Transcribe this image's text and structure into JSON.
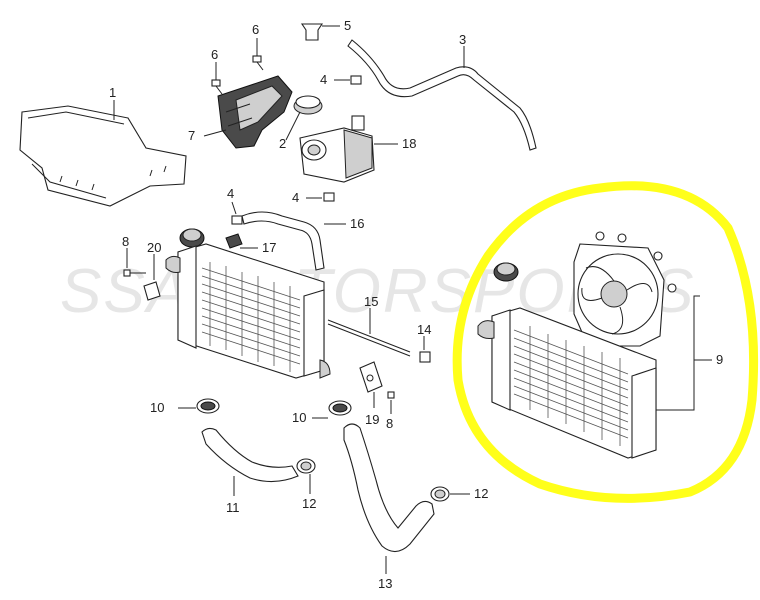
{
  "diagram": {
    "watermark": "SSAMOTORSPORTS",
    "highlight_color": "#ffff1a",
    "callouts": {
      "c1": "1",
      "c2": "2",
      "c3": "3",
      "c4a": "4",
      "c4b": "4",
      "c4c": "4",
      "c5": "5",
      "c6a": "6",
      "c6b": "6",
      "c7": "7",
      "c8a": "8",
      "c8b": "8",
      "c9": "9",
      "c10a": "10",
      "c10b": "10",
      "c11": "11",
      "c12a": "12",
      "c12b": "12",
      "c13": "13",
      "c14": "14",
      "c15": "15",
      "c16": "16",
      "c17": "17",
      "c18": "18",
      "c19": "19",
      "c20": "20"
    }
  }
}
